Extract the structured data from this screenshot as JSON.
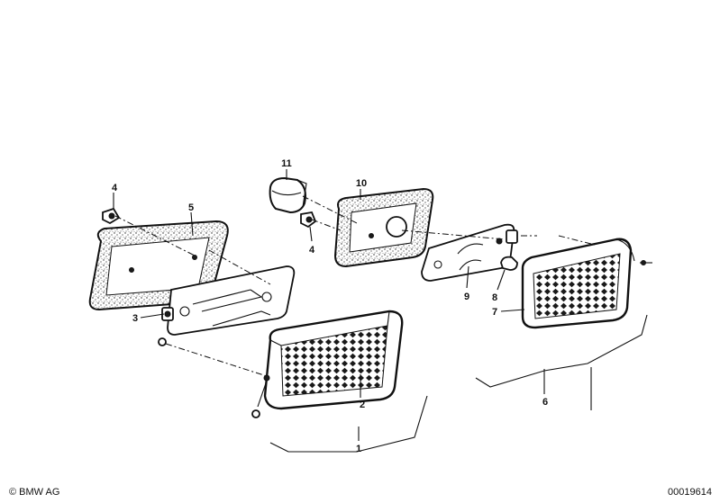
{
  "diagram": {
    "callouts": {
      "c1": "1",
      "c2": "2",
      "c3": "3",
      "c4a": "4",
      "c4b": "4",
      "c5": "5",
      "c6": "6",
      "c7": "7",
      "c8": "8",
      "c9": "9",
      "c10": "10",
      "c11": "11"
    },
    "footer": {
      "copyright": "© BMW AG",
      "image_number": "00019614"
    }
  }
}
